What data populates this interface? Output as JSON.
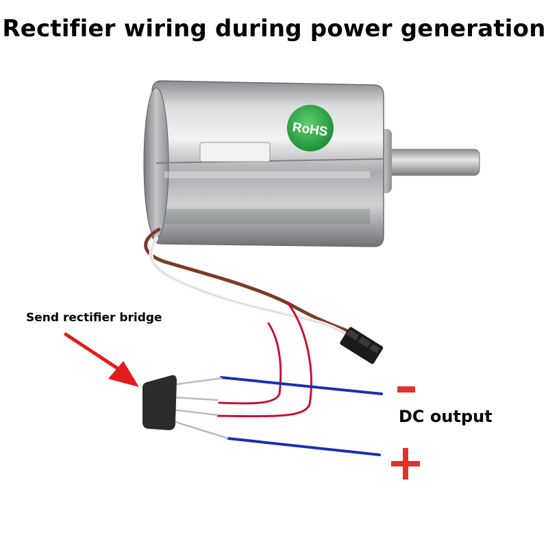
{
  "title": "Rectifier wiring during power generation",
  "labels": {
    "rectifier_callout": "Send rectifier bridge",
    "dc_output": "DC output",
    "rohs": "RoHS"
  },
  "colors": {
    "arrow": "#e31b1b",
    "minus_sign": "#e0332a",
    "plus_sign": "#e0332a",
    "output_wire": "#1a2fb0",
    "ac_wire": "#c8102e",
    "rohs_badge": "#2fae4a"
  }
}
